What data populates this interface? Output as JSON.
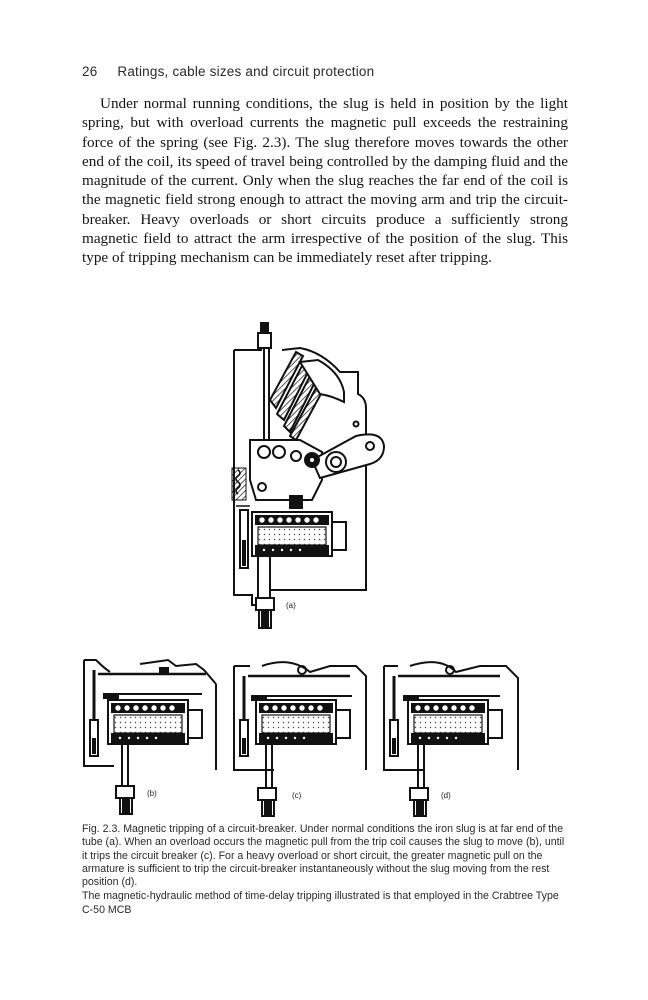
{
  "header": {
    "page_number": "26",
    "running_title": "Ratings, cable sizes and circuit protection"
  },
  "body": {
    "paragraph": "Under normal running conditions, the slug is held in position by the light spring, but with overload currents the magnetic pull exceeds the restraining force of the spring (see Fig. 2.3). The slug therefore moves towards the other end of the coil, its speed of travel being controlled by the damping fluid and the magnitude of the current. Only when the slug reaches the far end of the coil is the magnetic field strong enough to attract the moving arm and trip the circuit-breaker. Heavy overloads or short circuits produce a sufficiently strong magnetic field to attract the arm irrespective of the position of the slug. This type of tripping mechanism can be immediately reset after tripping."
  },
  "figure": {
    "labels": {
      "a": "(a)",
      "b": "(b)",
      "c": "(c)",
      "d": "(d)"
    }
  },
  "caption": {
    "text": "Fig. 2.3. Magnetic tripping of a circuit-breaker. Under normal conditions the iron slug is at far end of the tube (a). When an overload occurs the magnetic pull from the trip coil causes the slug to move (b), until it trips the circuit breaker (c). For a heavy overload or short circuit, the greater magnetic pull on the armature is sufficient to trip the circuit-breaker instantaneously without the slug moving from the rest position (d).",
    "note": "The magnetic-hydraulic method of time-delay tripping illustrated is that employed in the Crabtree Type C-50 MCB"
  }
}
